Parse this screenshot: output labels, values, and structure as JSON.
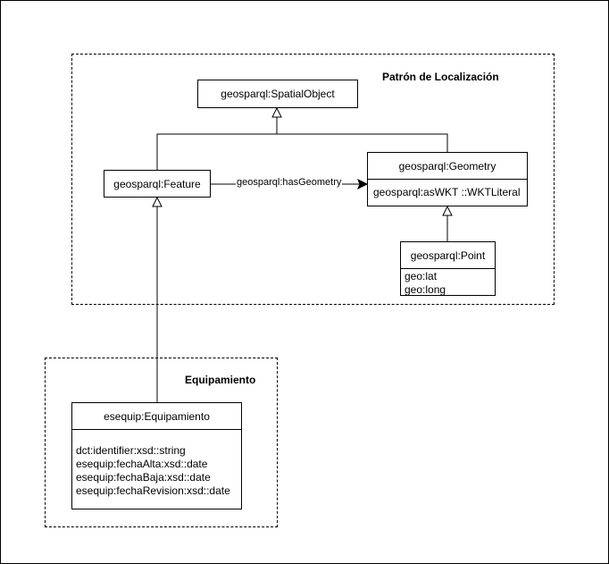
{
  "packages": {
    "localizacion": {
      "title": "Patrón de Localización"
    },
    "equipamiento": {
      "title": "Equipamiento"
    }
  },
  "classes": {
    "spatial_object": {
      "name": "geosparql:SpatialObject"
    },
    "feature": {
      "name": "geosparql:Feature"
    },
    "geometry": {
      "name": "geosparql:Geometry",
      "attributes": [
        "geosparql:asWKT ::WKTLiteral"
      ]
    },
    "point": {
      "name": "geosparql:Point",
      "attributes": [
        "geo:lat",
        "geo:long"
      ]
    },
    "equipamiento": {
      "name": "esequip:Equipamiento",
      "attributes": [
        "dct:identifier:xsd::string",
        "esequip:fechaAlta:xsd::date",
        "esequip:fechaBaja:xsd::date",
        "esequip:fechaRevision:xsd::date"
      ]
    }
  },
  "relations": {
    "has_geometry": {
      "label": "geosparql:hasGeometry"
    }
  }
}
